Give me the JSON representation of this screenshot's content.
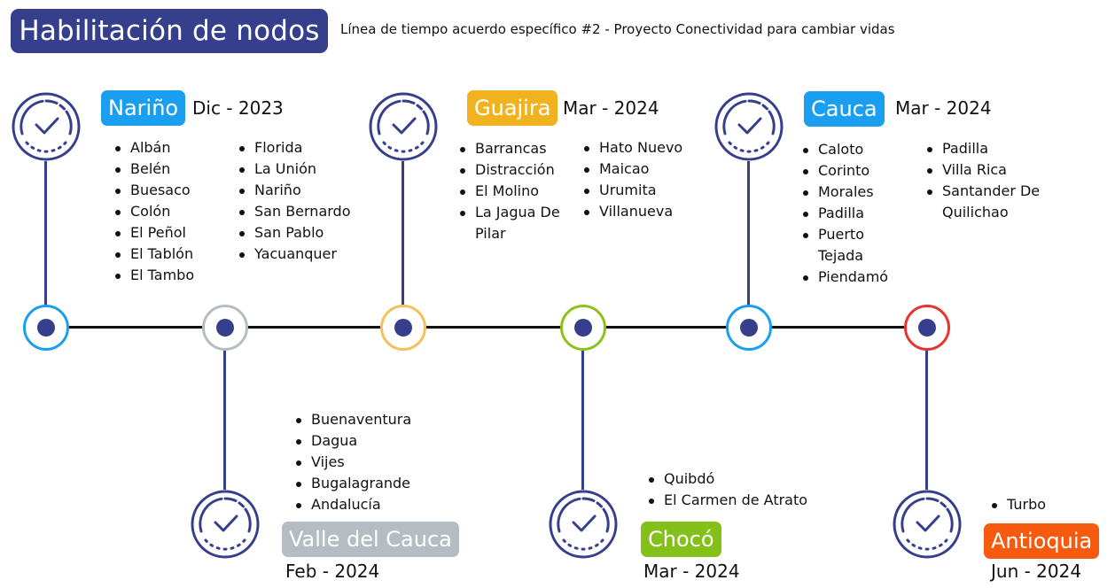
{
  "header": {
    "title": "Habilitación de nodos",
    "subtitle": "Línea de tiempo acuerdo específico #2 - Proyecto Conectividad para cambiar vidas"
  },
  "colors": {
    "primary": "#363f8c",
    "timeline_line": "#111111"
  },
  "milestones": [
    {
      "department": "Nariño",
      "date": "Dic - 2023",
      "tag_color": "#1a9ff0",
      "node_color": "#1a9ff0",
      "icon": "check-circle-icon",
      "position": "top",
      "municipalities_col1": [
        "Albán",
        "Belén",
        "Buesaco",
        "Colón",
        "El Peñol",
        "El Tablón",
        "El Tambo"
      ],
      "municipalities_col2": [
        "Florida",
        "La Unión",
        "Nariño",
        "San Bernardo",
        "San Pablo",
        "Yacuanquer"
      ]
    },
    {
      "department": "Valle del Cauca",
      "date": "Feb - 2024",
      "tag_color": "#b6bcc4",
      "node_color": "#b6bcc4",
      "icon": "check-circle-icon",
      "position": "bottom",
      "municipalities_col1": [
        "Buenaventura",
        "Dagua",
        "Vijes",
        "Bugalagrande",
        "Andalucía"
      ]
    },
    {
      "department": "Guajira",
      "date": "Mar - 2024",
      "tag_color": "#f0b21e",
      "node_color": "#f5bf5c",
      "icon": "check-circle-icon",
      "position": "top",
      "municipalities_col1": [
        "Barrancas",
        "Distracción",
        "El Molino",
        "La Jagua De Pilar"
      ],
      "municipalities_col2": [
        "Hato Nuevo",
        "Maicao",
        "Urumita",
        "Villanueva"
      ]
    },
    {
      "department": "Chocó",
      "date": "Mar - 2024",
      "tag_color": "#84c01a",
      "node_color": "#8cc21a",
      "icon": "check-circle-icon",
      "position": "bottom",
      "municipalities_col1": [
        "Quibdó",
        "El Carmen de Atrato"
      ]
    },
    {
      "department": "Cauca",
      "date": "Mar - 2024",
      "tag_color": "#1a9ff0",
      "node_color": "#1a9ff0",
      "icon": "check-circle-icon",
      "position": "top",
      "municipalities_col1": [
        "Caloto",
        "Corinto",
        "Morales",
        "Padilla",
        "Puerto Tejada",
        "Piendamó"
      ],
      "municipalities_col2": [
        "Padilla",
        "Villa Rica",
        "Santander De Quilichao"
      ]
    },
    {
      "department": "Antioquia",
      "date": "Jun - 2024",
      "tag_color": "#f55a0f",
      "node_color": "#e8332f",
      "icon": "check-circle-icon",
      "position": "bottom",
      "municipalities_col1": [
        "Turbo"
      ]
    }
  ]
}
